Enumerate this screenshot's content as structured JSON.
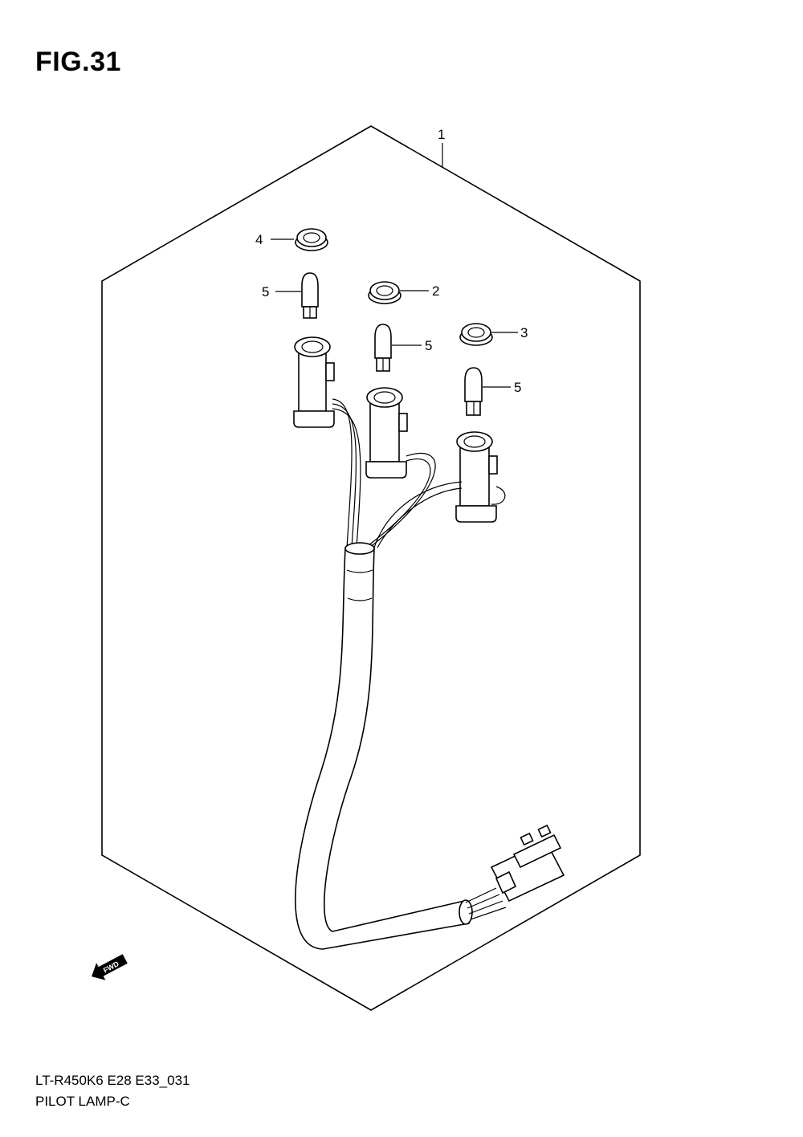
{
  "header": {
    "figure_title": "FIG.31"
  },
  "footer": {
    "model_code": "LT-R450K6  E28  E33_031",
    "part_name": "PILOT LAMP-C"
  },
  "callouts": [
    {
      "id": "1",
      "text": "1"
    },
    {
      "id": "2",
      "text": "2"
    },
    {
      "id": "3",
      "text": "3"
    },
    {
      "id": "4",
      "text": "4"
    },
    {
      "id": "5a",
      "text": "5"
    },
    {
      "id": "5b",
      "text": "5"
    },
    {
      "id": "5c",
      "text": "5"
    }
  ],
  "fwd_marker": {
    "text": "FWD",
    "icon": "fwd-arrow-icon"
  }
}
